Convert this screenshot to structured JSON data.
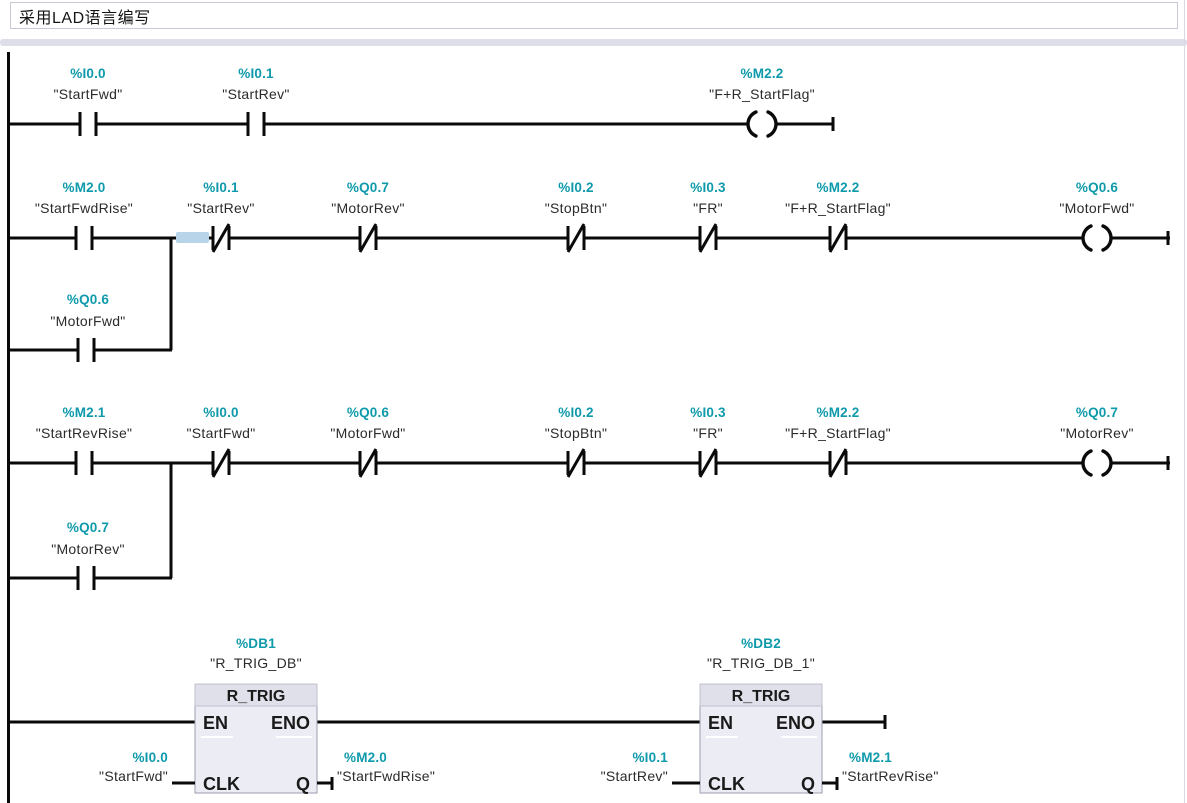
{
  "header": {
    "title": "采用LAD语言编写"
  },
  "colors": {
    "operand_address": "#0e9aaa",
    "tag_name": "#2b2b2b",
    "wire": "#0a0a0a",
    "selection_highlight": "#b7d4e8",
    "block_fill": "#ececf4",
    "block_header": "#e0e0ea",
    "separator_band": "#dedee9"
  },
  "net1": {
    "c1": {
      "addr": "%I0.0",
      "name": "\"StartFwd\""
    },
    "c2": {
      "addr": "%I0.1",
      "name": "\"StartRev\""
    },
    "coil": {
      "addr": "%M2.2",
      "name": "\"F+R_StartFlag\""
    }
  },
  "net2": {
    "c1": {
      "addr": "%M2.0",
      "name": "\"StartFwdRise\""
    },
    "c2": {
      "addr": "%I0.1",
      "name": "\"StartRev\""
    },
    "c3": {
      "addr": "%Q0.7",
      "name": "\"MotorRev\""
    },
    "c4": {
      "addr": "%I0.2",
      "name": "\"StopBtn\""
    },
    "c5": {
      "addr": "%I0.3",
      "name": "\"FR\""
    },
    "c6": {
      "addr": "%M2.2",
      "name": "\"F+R_StartFlag\""
    },
    "coil": {
      "addr": "%Q0.6",
      "name": "\"MotorFwd\""
    },
    "branch": {
      "addr": "%Q0.6",
      "name": "\"MotorFwd\""
    }
  },
  "net3": {
    "c1": {
      "addr": "%M2.1",
      "name": "\"StartRevRise\""
    },
    "c2": {
      "addr": "%I0.0",
      "name": "\"StartFwd\""
    },
    "c3": {
      "addr": "%Q0.6",
      "name": "\"MotorFwd\""
    },
    "c4": {
      "addr": "%I0.2",
      "name": "\"StopBtn\""
    },
    "c5": {
      "addr": "%I0.3",
      "name": "\"FR\""
    },
    "c6": {
      "addr": "%M2.2",
      "name": "\"F+R_StartFlag\""
    },
    "coil": {
      "addr": "%Q0.7",
      "name": "\"MotorRev\""
    },
    "branch": {
      "addr": "%Q0.7",
      "name": "\"MotorRev\""
    }
  },
  "net4": {
    "block1": {
      "db": "%DB1",
      "db_name": "\"R_TRIG_DB\"",
      "title": "R_TRIG",
      "en": "EN",
      "eno": "ENO",
      "clk": "CLK",
      "q": "Q",
      "clk_operand": {
        "addr": "%I0.0",
        "name": "\"StartFwd\""
      },
      "q_operand": {
        "addr": "%M2.0",
        "name": "\"StartFwdRise\""
      }
    },
    "block2": {
      "db": "%DB2",
      "db_name": "\"R_TRIG_DB_1\"",
      "title": "R_TRIG",
      "en": "EN",
      "eno": "ENO",
      "clk": "CLK",
      "q": "Q",
      "clk_operand": {
        "addr": "%I0.1",
        "name": "\"StartRev\""
      },
      "q_operand": {
        "addr": "%M2.1",
        "name": "\"StartRevRise\""
      }
    }
  }
}
